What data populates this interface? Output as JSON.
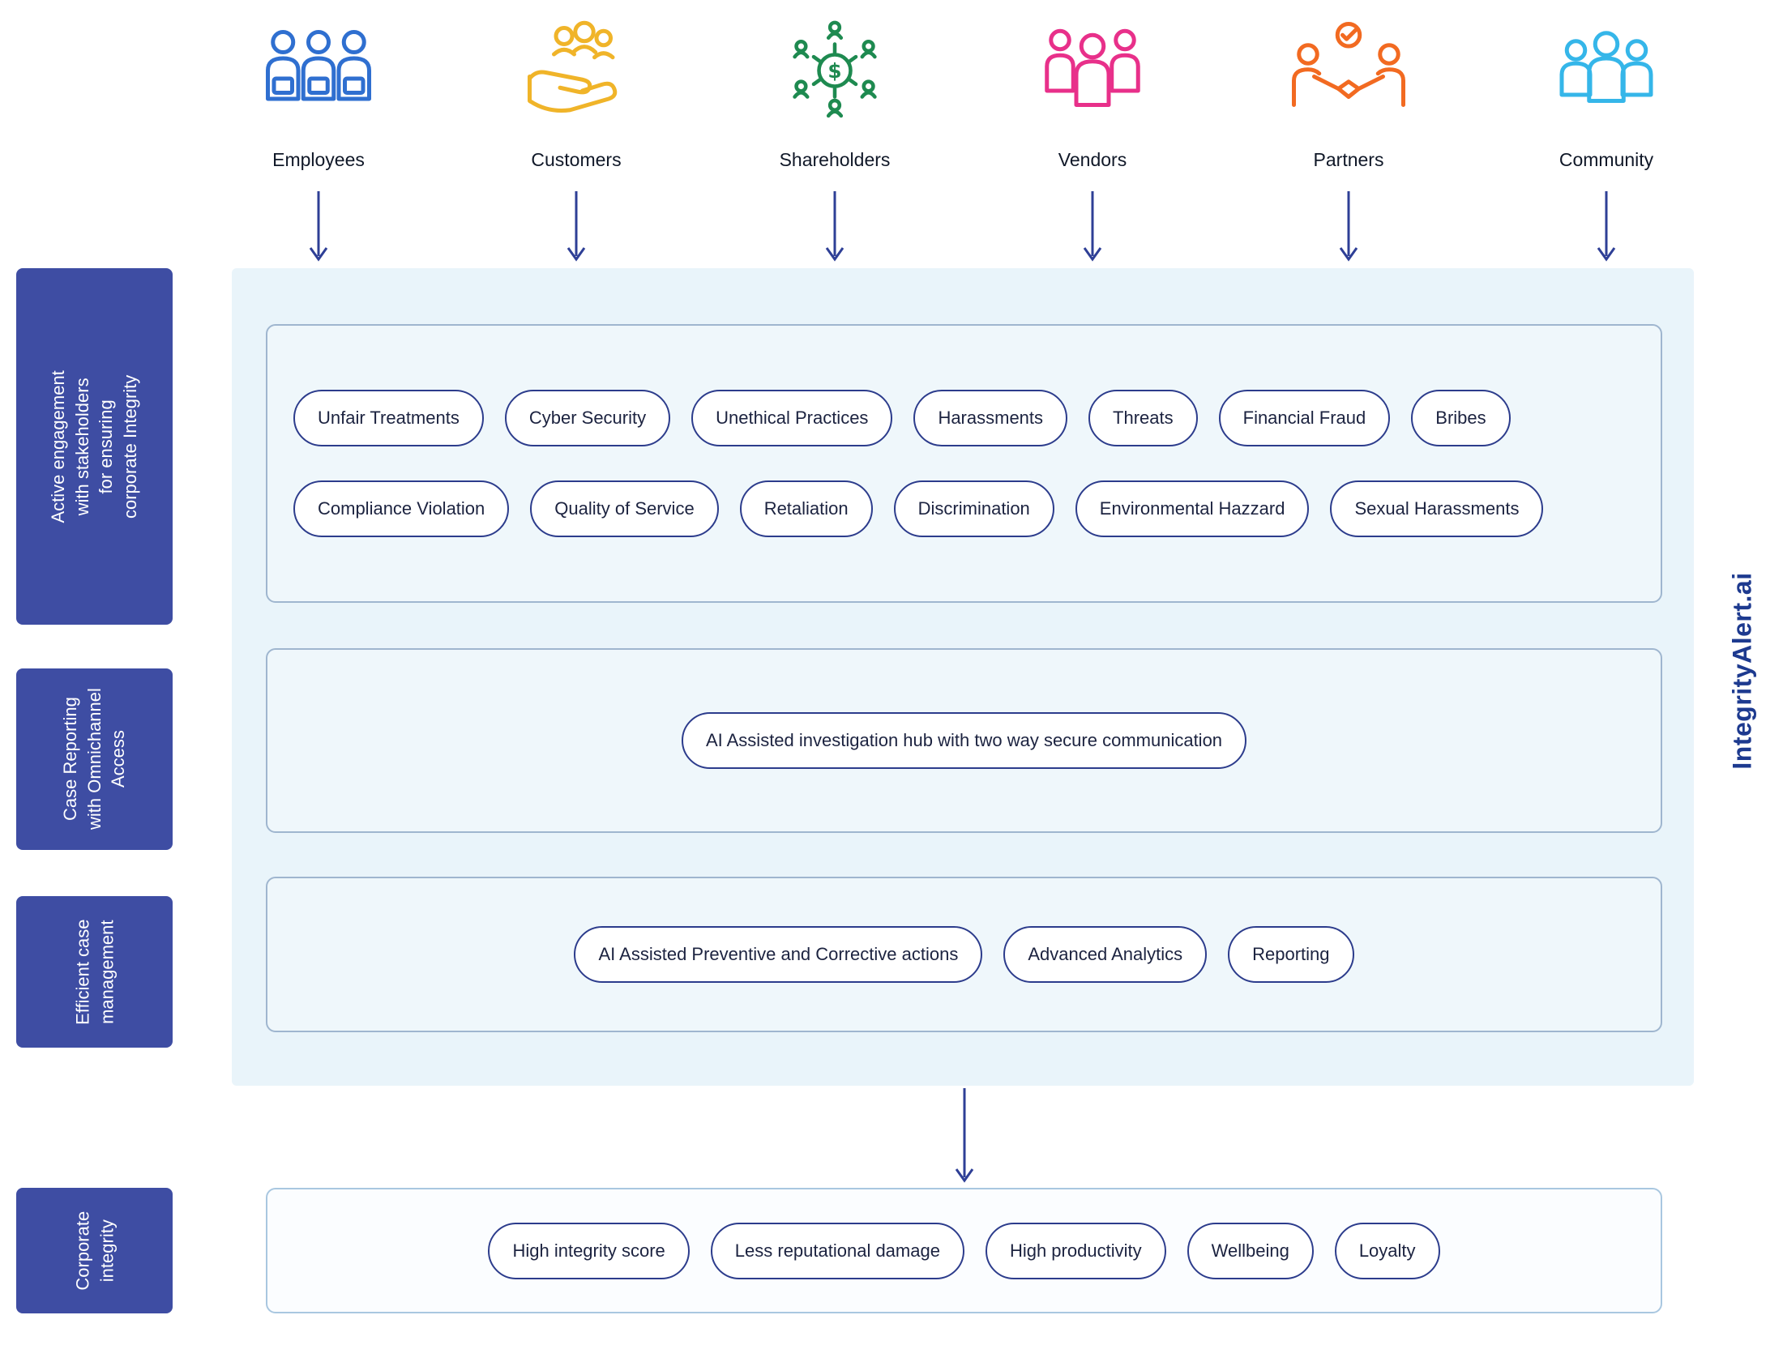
{
  "brand": "IntegrityAlert.ai",
  "stakeholders": [
    {
      "label": "Employees",
      "icon": "employees-icon",
      "color": "#2f6fd0"
    },
    {
      "label": "Customers",
      "icon": "customers-icon",
      "color": "#f0b429"
    },
    {
      "label": "Shareholders",
      "icon": "shareholders-icon",
      "color": "#1e8a50"
    },
    {
      "label": "Vendors",
      "icon": "vendors-icon",
      "color": "#e8308a"
    },
    {
      "label": "Partners",
      "icon": "partners-icon",
      "color": "#f26a21"
    },
    {
      "label": "Community",
      "icon": "community-icon",
      "color": "#35b6e9"
    }
  ],
  "side_labels": {
    "engagement": "Active engagement with stakeholders for ensuring corporate Integrity",
    "reporting": "Case Reporting with Omnichannel Access",
    "case_management": "Efficient case management",
    "integrity": "Corporate integrity"
  },
  "issues": {
    "row1": [
      "Unfair Treatments",
      "Cyber Security",
      "Unethical Practices",
      "Harassments",
      "Threats",
      "Financial Fraud",
      "Bribes"
    ],
    "row2": [
      "Compliance Violation",
      "Quality of Service",
      "Retaliation",
      "Discrimination",
      "Environmental Hazzard",
      "Sexual Harassments"
    ]
  },
  "investigation_hub": [
    "AI Assisted investigation hub with two way secure communication"
  ],
  "case_management_tools": [
    "AI Assisted Preventive and Corrective actions",
    "Advanced Analytics",
    "Reporting"
  ],
  "outcomes": [
    "High integrity score",
    "Less reputational damage",
    "High productivity",
    "Wellbeing",
    "Loyalty"
  ],
  "colors": {
    "accent_arrow": "#2e3f96",
    "sidebar_block": "#3e4da3",
    "panel_background": "#e9f4fa",
    "pill_border": "#2c3c8c",
    "box_border": "#9fb6cf",
    "brand_text": "#1d3a8f"
  }
}
